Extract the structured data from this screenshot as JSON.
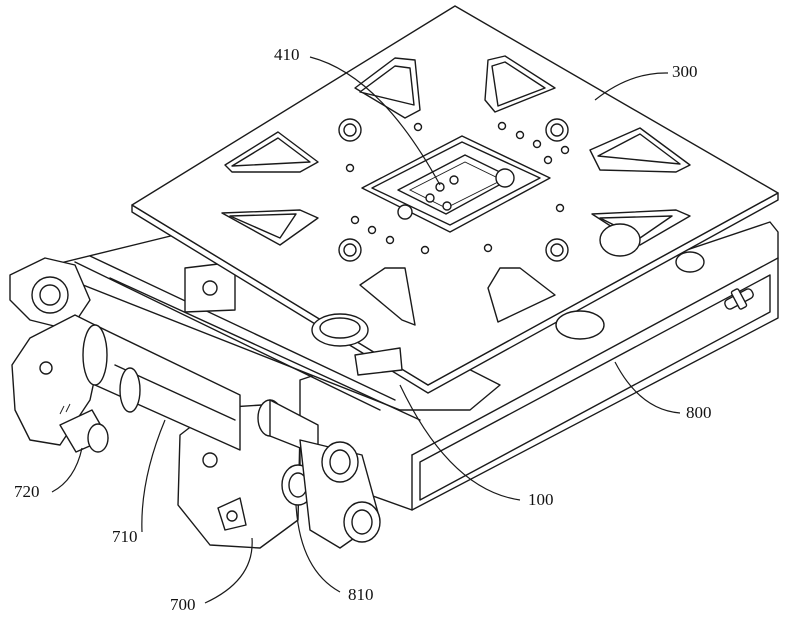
{
  "labels": {
    "l410": "410",
    "l300": "300",
    "l800": "800",
    "l100": "100",
    "l720": "720",
    "l710": "710",
    "l700": "700",
    "l810": "810"
  }
}
